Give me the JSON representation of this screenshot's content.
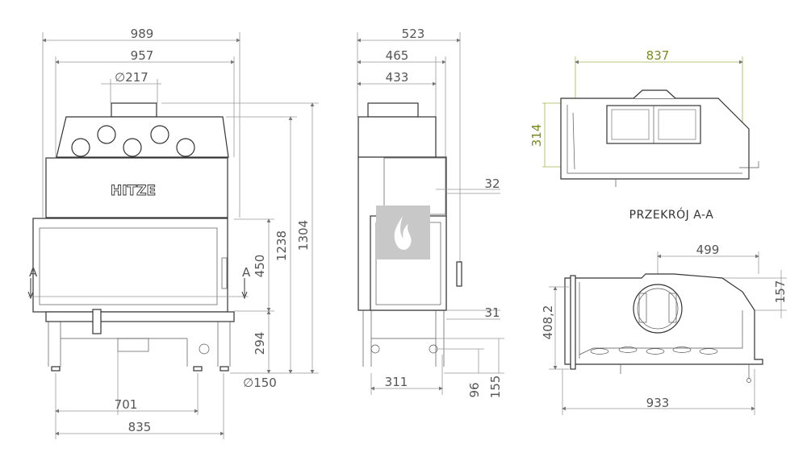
{
  "front_view": {
    "logo": "HITZE",
    "dims": {
      "width_total": "989",
      "width_body": "957",
      "flue_diameter": "∅217",
      "door_height": "450",
      "height_1238": "1238",
      "height_total": "1304",
      "leg_height": "294",
      "outlet_diameter": "∅150",
      "width_701": "701",
      "width_835": "835"
    },
    "section_marker": "A"
  },
  "side_view": {
    "dims": {
      "depth_total": "523",
      "depth_465": "465",
      "depth_433": "433",
      "offset_32": "32",
      "offset_31": "31",
      "width_311": "311",
      "height_96": "96",
      "height_155": "155"
    }
  },
  "section_view": {
    "title": "PRZEKRÓJ A-A",
    "dims": {
      "width_837": "837",
      "height_314": "314"
    },
    "accent_color": "#7a8a1c"
  },
  "top_view": {
    "dims": {
      "offset_499": "499",
      "offset_157": "157",
      "depth_408": "408,2",
      "width_933": "933"
    }
  }
}
